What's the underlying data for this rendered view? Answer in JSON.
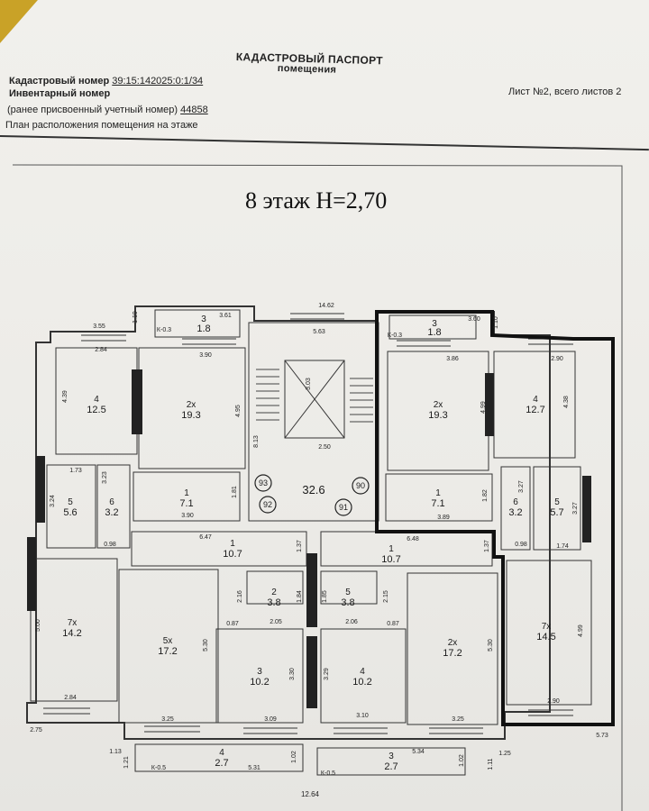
{
  "header": {
    "title": "КАДАСТРОВЫЙ ПАСПОРТ",
    "subtitle": "помещения",
    "cadastral_label": "Кадастровый номер",
    "cadastral_value": "39:15:142025:0:1/34",
    "inventory_label": "Инвентарный номер",
    "prev_label": "(ранее присвоенный учетный номер)",
    "prev_value": "44858",
    "plan_label": "План расположения помещения на этаже",
    "sheet": "Лист №2, всего листов 2"
  },
  "floor": {
    "title": "8 этаж Н=2,70"
  },
  "rooms": [
    {
      "id": "l-4",
      "num": "4",
      "area": "12.5"
    },
    {
      "id": "l-3",
      "num": "3",
      "area": "1.8"
    },
    {
      "id": "l-2x",
      "num": "2х",
      "area": "19.3"
    },
    {
      "id": "l-5",
      "num": "5",
      "area": "5.6"
    },
    {
      "id": "l-6",
      "num": "6",
      "area": "3.2"
    },
    {
      "id": "l-1",
      "num": "1",
      "area": "7.1"
    },
    {
      "id": "lobby",
      "num": "",
      "area": "32.6"
    },
    {
      "id": "r-3",
      "num": "3",
      "area": "1.8"
    },
    {
      "id": "r-2x",
      "num": "2х",
      "area": "19.3"
    },
    {
      "id": "r-4",
      "num": "4",
      "area": "12.7"
    },
    {
      "id": "r-1",
      "num": "1",
      "area": "7.1"
    },
    {
      "id": "r-6",
      "num": "6",
      "area": "3.2"
    },
    {
      "id": "r-5",
      "num": "5",
      "area": "5.7"
    },
    {
      "id": "bl-1",
      "num": "1",
      "area": "10.7"
    },
    {
      "id": "br-1",
      "num": "1",
      "area": "10.7"
    },
    {
      "id": "bl-7x",
      "num": "7х",
      "area": "14.2"
    },
    {
      "id": "bl-5x",
      "num": "5х",
      "area": "17.2"
    },
    {
      "id": "bl-2",
      "num": "2",
      "area": "3.8"
    },
    {
      "id": "br-5",
      "num": "5",
      "area": "3.8"
    },
    {
      "id": "bl-3",
      "num": "3",
      "area": "10.2"
    },
    {
      "id": "br-4",
      "num": "4",
      "area": "10.2"
    },
    {
      "id": "br-2x",
      "num": "2х",
      "area": "17.2"
    },
    {
      "id": "br-7x",
      "num": "7х",
      "area": "14.5"
    },
    {
      "id": "bl-4",
      "num": "4",
      "area": "2.7"
    },
    {
      "id": "br-3",
      "num": "3",
      "area": "2.7"
    }
  ],
  "markers": [
    "93",
    "92",
    "90",
    "91"
  ],
  "dims": [
    "3.55",
    "1.19",
    "3.61",
    "14.62",
    "5.63",
    "3.60",
    "1.10",
    "2.84",
    "3.90",
    "3.86",
    "2.90",
    "4.39",
    "4.95",
    "3.03",
    "4.99",
    "4.38",
    "8.13",
    "2.50",
    "1.73",
    "3.23",
    "3.24",
    "1.81",
    "1.82",
    "3.27",
    "3.27",
    "3.90",
    "3.89",
    "0.98",
    "0.98",
    "1.74",
    "6.47",
    "6.48",
    "1.37",
    "1.37",
    "2.16",
    "1.84",
    "1.85",
    "2.15",
    "2.05",
    "2.06",
    "0.87",
    "0.87",
    "5.00",
    "5.30",
    "5.30",
    "4.99",
    "3.30",
    "3.29",
    "2.84",
    "2.90",
    "2.75",
    "3.25",
    "3.09",
    "3.10",
    "3.25",
    "5.73",
    "1.13",
    "1.21",
    "1.02",
    "5.31",
    "5.34",
    "1.02",
    "1.25",
    "1.11",
    "12.64",
    "К-0.3",
    "К-0.3",
    "К-0.5",
    "К-0.5"
  ]
}
